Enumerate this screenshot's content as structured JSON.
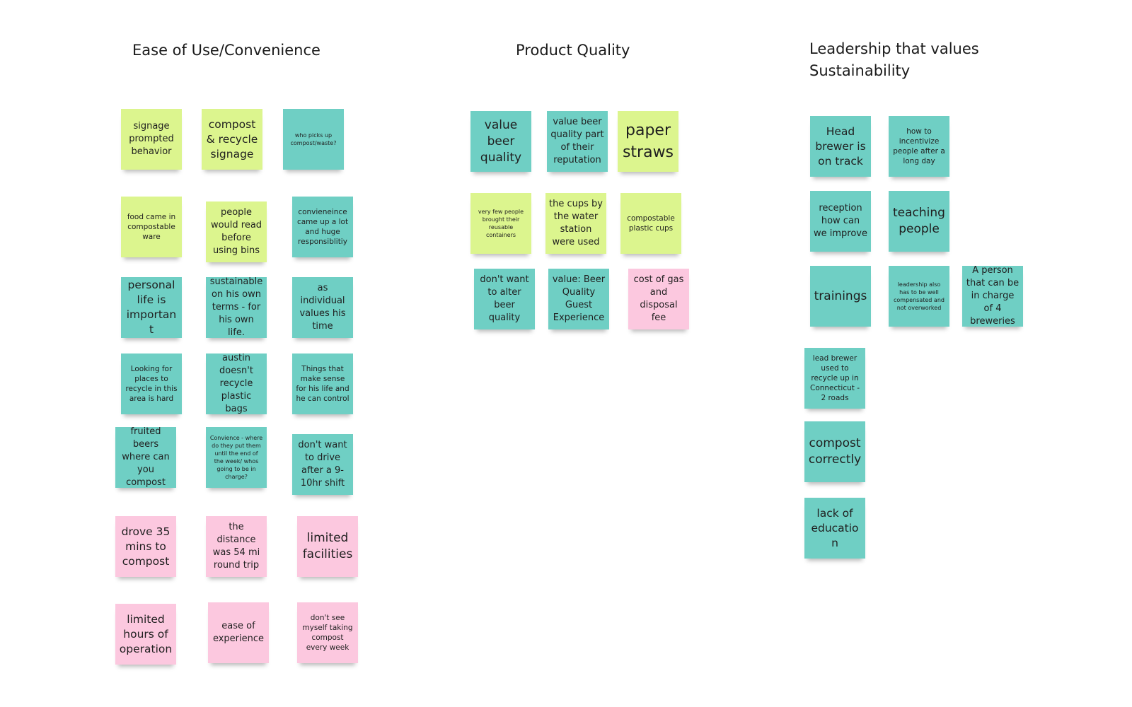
{
  "board": {
    "colors": {
      "teal": "#6fcfc4",
      "green": "#dcf58e",
      "pink": "#fcc8df",
      "background": "#ffffff"
    }
  },
  "groups": [
    {
      "title": "Ease of Use/Convenience",
      "notes": [
        {
          "text": "signage prompted behavior",
          "color": "green"
        },
        {
          "text": "compost & recycle signage",
          "color": "green"
        },
        {
          "text": "who picks up compost/waste?",
          "color": "teal"
        },
        {
          "text": "food came in compostable ware",
          "color": "green"
        },
        {
          "text": "people would read before using bins",
          "color": "green"
        },
        {
          "text": "convieneince came up a lot and huge responsiblitiy",
          "color": "teal"
        },
        {
          "text": "personal life is important",
          "color": "teal"
        },
        {
          "text": "sustainable on his own terms - for his own life.",
          "color": "teal"
        },
        {
          "text": "as individual values his time",
          "color": "teal"
        },
        {
          "text": "Looking for places to recycle in this area is hard",
          "color": "teal"
        },
        {
          "text": "austin doesn't recycle plastic bags",
          "color": "teal"
        },
        {
          "text": "Things that make sense for his life and he can control",
          "color": "teal"
        },
        {
          "text": "fruited beers where can you compost",
          "color": "teal"
        },
        {
          "text": "Convience - where do they put them until the end of the week/ whos going to be in charge?",
          "color": "teal"
        },
        {
          "text": "don't want to drive after a 9-10hr shift",
          "color": "teal"
        },
        {
          "text": "drove 35 mins to compost",
          "color": "pink"
        },
        {
          "text": "the distance was 54 mi round trip",
          "color": "pink"
        },
        {
          "text": "limited facilities",
          "color": "pink"
        },
        {
          "text": "limited hours of operation",
          "color": "pink"
        },
        {
          "text": "ease of experience",
          "color": "pink"
        },
        {
          "text": "don't see myself taking compost every week",
          "color": "pink"
        }
      ]
    },
    {
      "title": "Product Quality",
      "notes": [
        {
          "text": "value beer quality",
          "color": "teal"
        },
        {
          "text": "value beer quality part of their reputation",
          "color": "teal"
        },
        {
          "text": "paper straws",
          "color": "green"
        },
        {
          "text": "very few people brought their reusable containers",
          "color": "green"
        },
        {
          "text": "the cups by the water station were used",
          "color": "green"
        },
        {
          "text": "compostable plastic cups",
          "color": "green"
        },
        {
          "text": "don't want to alter beer quality",
          "color": "teal"
        },
        {
          "text": "value: Beer Quality Guest Experience",
          "color": "teal"
        },
        {
          "text": "cost of gas and disposal fee",
          "color": "pink"
        }
      ]
    },
    {
      "title": "Leadership that values\nSustainability",
      "notes": [
        {
          "text": "Head brewer is on track",
          "color": "teal"
        },
        {
          "text": "how to incentivize people after a long day",
          "color": "teal"
        },
        {
          "text": "reception how can we improve",
          "color": "teal"
        },
        {
          "text": "teaching people",
          "color": "teal"
        },
        {
          "text": "trainings",
          "color": "teal"
        },
        {
          "text": "leadership also has to be well compensated and not overworked",
          "color": "teal"
        },
        {
          "text": "A person that can be in charge of 4 breweries",
          "color": "teal"
        },
        {
          "text": "lead brewer used to recycle up in Connecticut - 2 roads",
          "color": "teal"
        },
        {
          "text": "compost correctly",
          "color": "teal"
        },
        {
          "text": "lack of education",
          "color": "teal"
        }
      ]
    }
  ]
}
